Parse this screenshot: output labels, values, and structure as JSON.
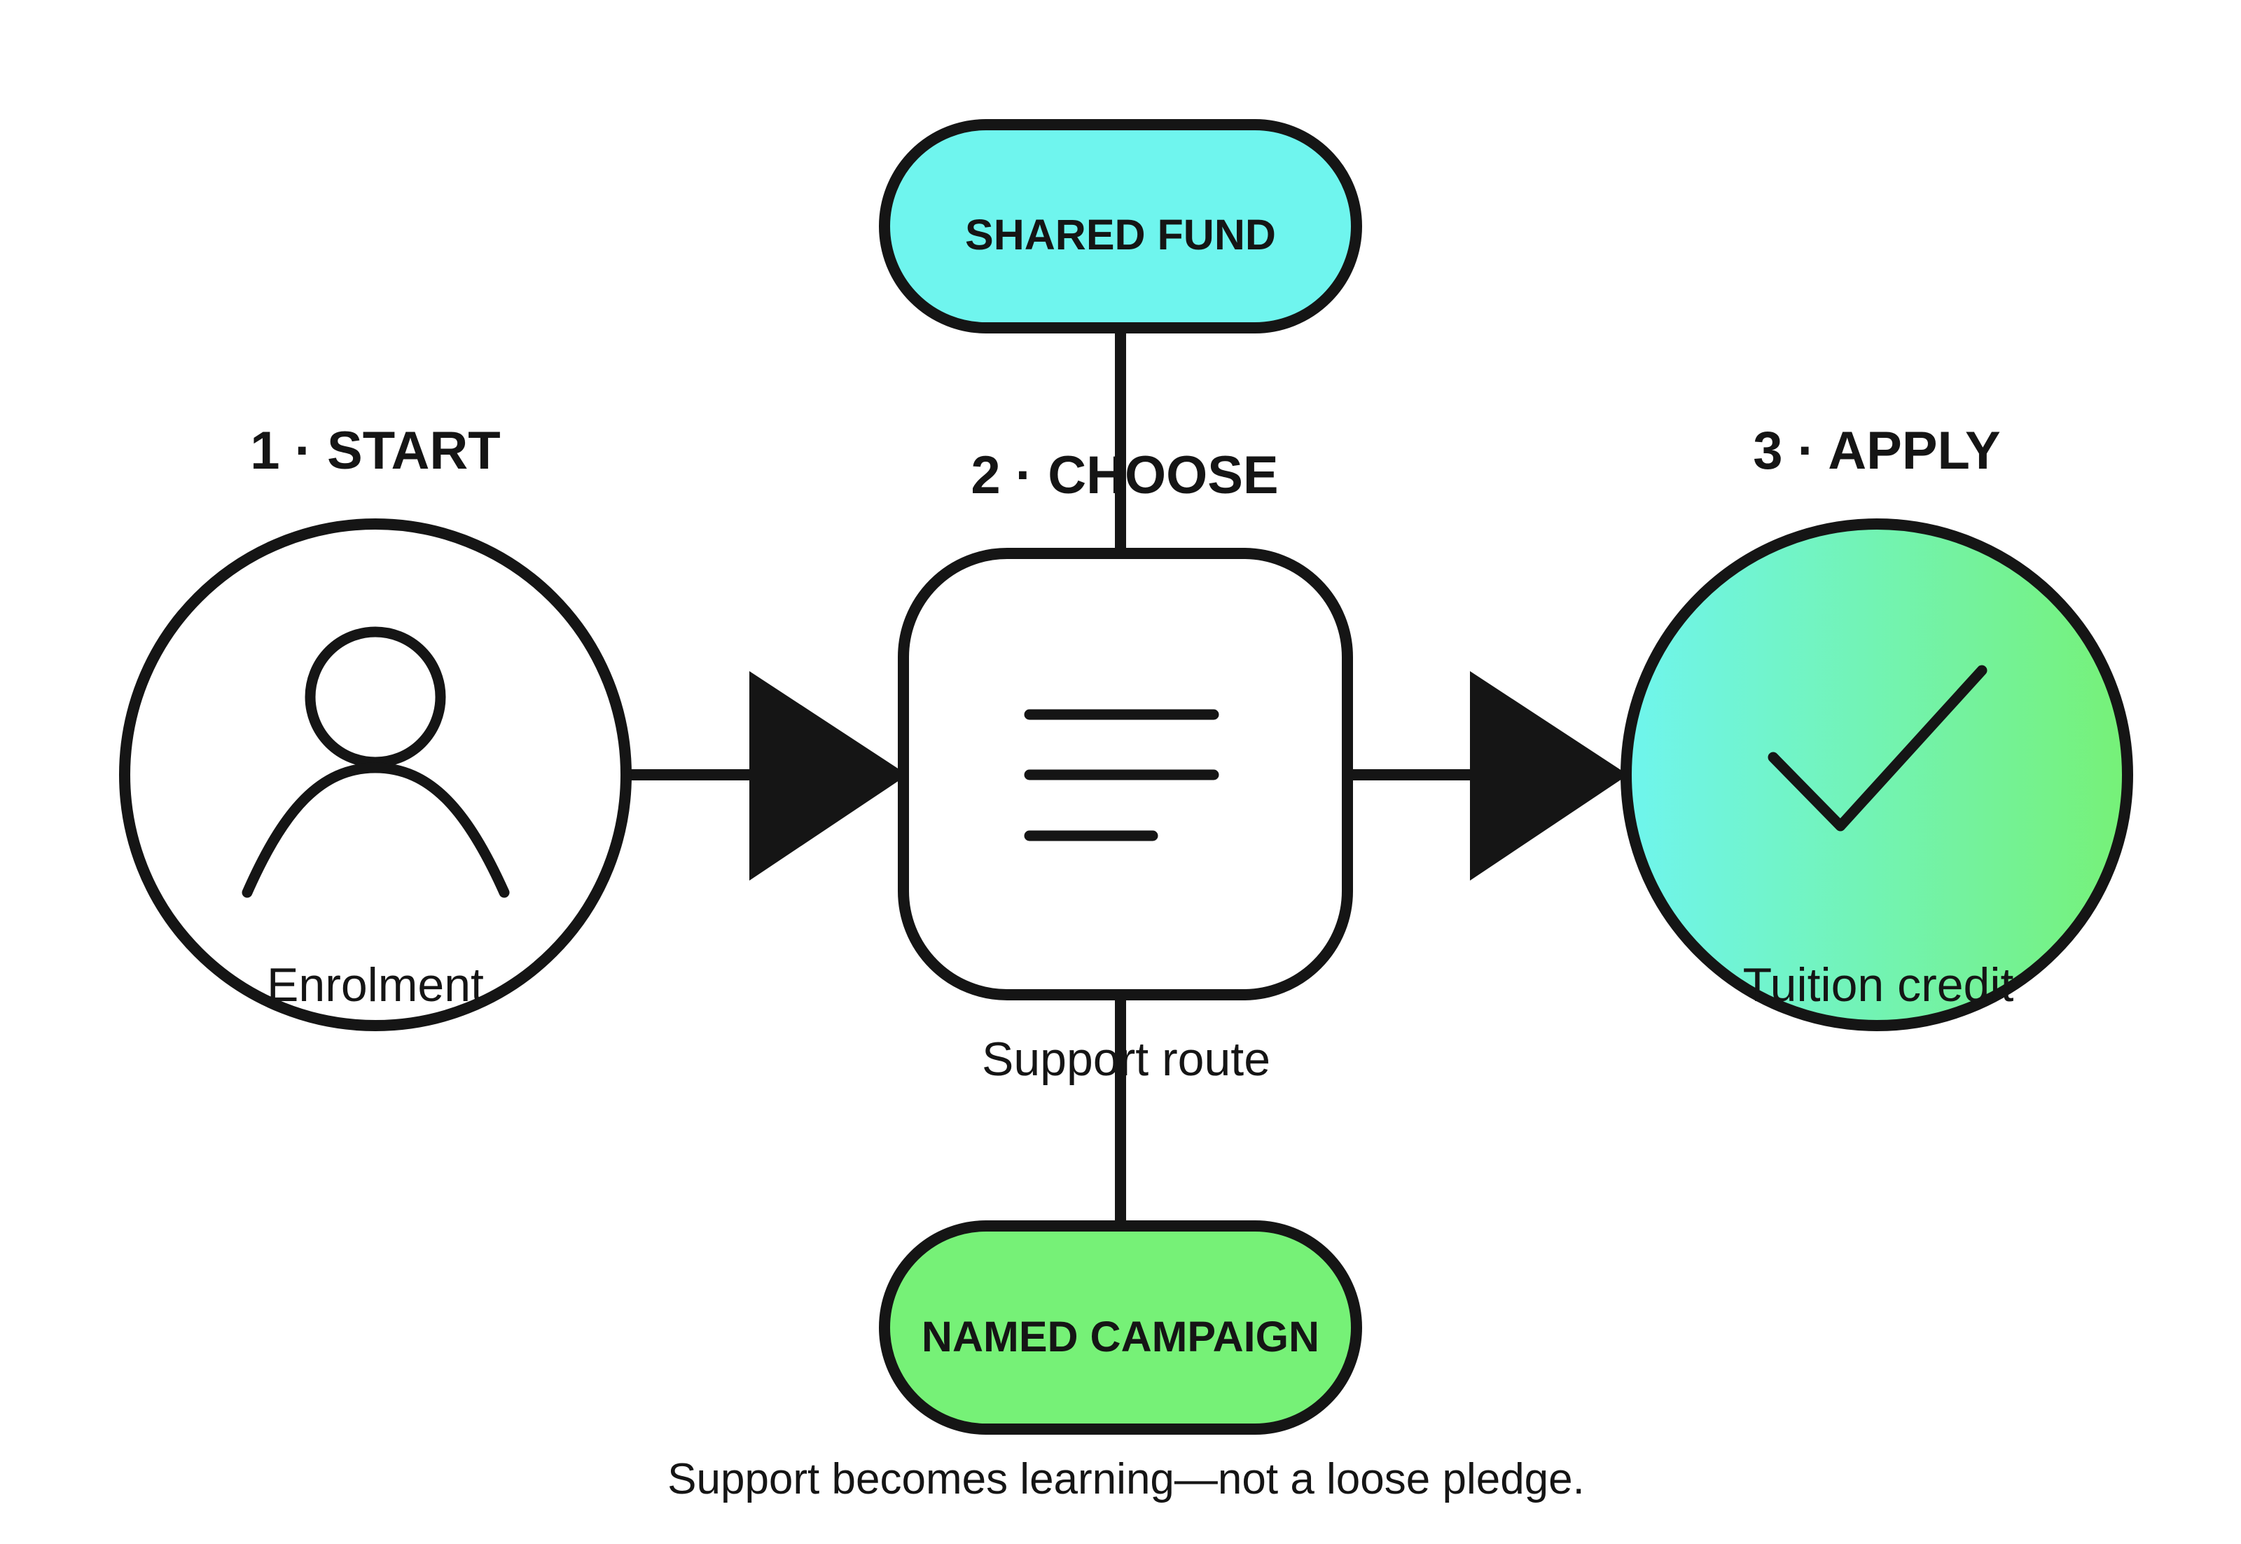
{
  "steps": {
    "start": {
      "title": "1 · START",
      "label": "Enrolment",
      "icon": "person-icon"
    },
    "choose": {
      "title": "2 · CHOOSE",
      "label": "Support route",
      "icon": "document-lines-icon"
    },
    "apply": {
      "title": "3 · APPLY",
      "label": "Tuition credit",
      "icon": "checkmark-icon"
    }
  },
  "options": {
    "top": "SHARED FUND",
    "bottom": "NAMED CAMPAIGN"
  },
  "caption": "Support becomes learning—not a loose pledge.",
  "colors": {
    "stroke": "#151515",
    "cyan": "#6ff5ee",
    "green": "#76f177",
    "white": "#ffffff"
  }
}
